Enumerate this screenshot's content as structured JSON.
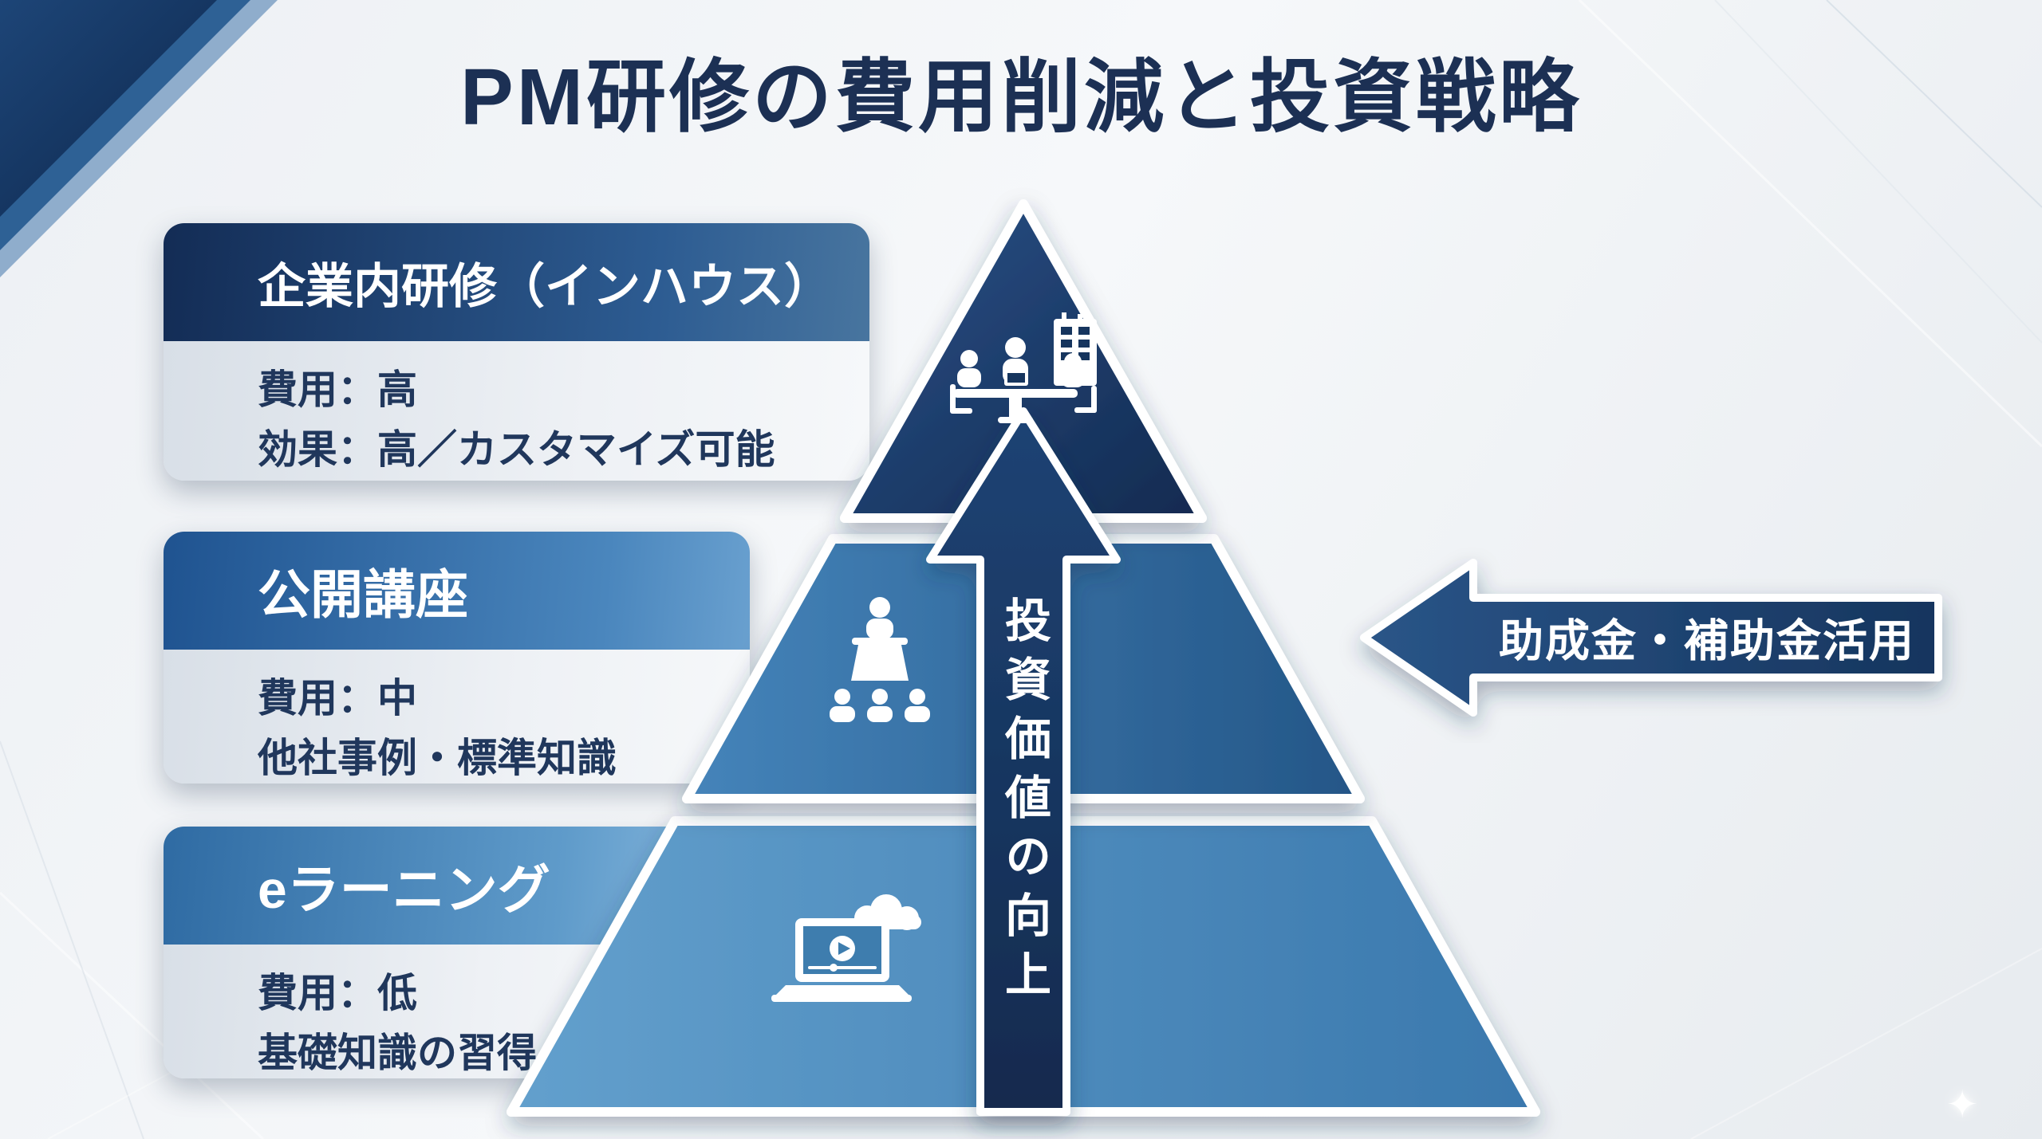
{
  "title": "PM研修の費用削減と投資戦略",
  "cards": [
    {
      "title": "企業内研修（インハウス）",
      "lines": [
        "費用：高",
        "効果：高／カスタマイズ可能"
      ]
    },
    {
      "title": "公開講座",
      "lines": [
        "費用：中",
        "他社事例・標準知識"
      ]
    },
    {
      "title": "eラーニング",
      "lines": [
        "費用：低",
        "基礎知識の習得"
      ]
    }
  ],
  "pyramid": {
    "center_arrow_label": "投資価値の向上",
    "side_arrow_label": "助成金・補助金活用",
    "tiers": [
      {
        "icon": "meeting-icon",
        "color": "#16335e"
      },
      {
        "icon": "lecture-podium-icon",
        "color": "#2e6ba6"
      },
      {
        "icon": "elearning-laptop-icon",
        "color": "#4389bd"
      }
    ]
  },
  "decor": {
    "sparkle": "✦"
  },
  "colors": {
    "background": "#eef1f4",
    "title_text": "#1c3054",
    "tier_top": "#16335e",
    "tier_middle": "#2e6ba6",
    "tier_bottom": "#4389bd",
    "arrow_navy": "#16335e",
    "card_text": "#20375c"
  }
}
